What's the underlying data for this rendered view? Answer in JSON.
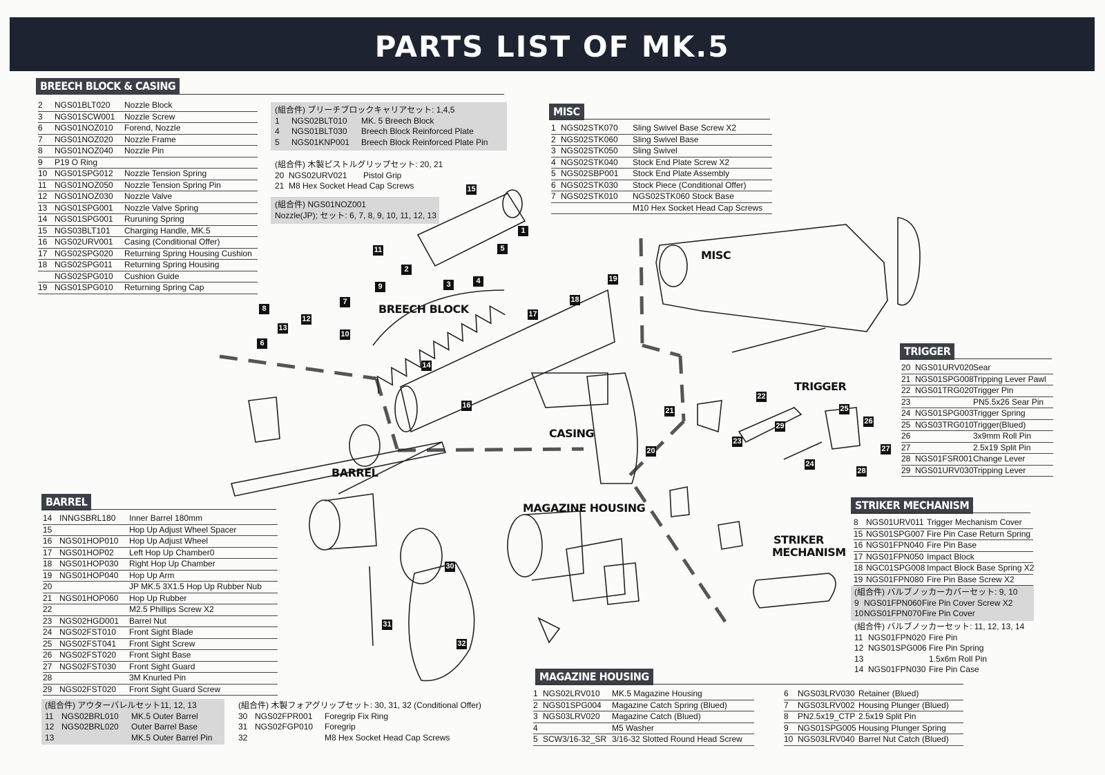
{
  "header": {
    "title": "PARTS LIST OF MK.5"
  },
  "sections": {
    "breech": {
      "label": "BREECH BLOCK & CASING",
      "rows": [
        [
          "2",
          "NGS01BLT020",
          "Nozzle Block"
        ],
        [
          "3",
          "NGS01SCW001",
          "Nozzle Screw"
        ],
        [
          "6",
          "NGS01NOZ010",
          "Forend, Nozzle"
        ],
        [
          "7",
          "NGS01NOZ020",
          "Nozzle Frame"
        ],
        [
          "8",
          "NGS01NOZ040",
          "Nozzle Pin"
        ],
        [
          "9",
          "P19 O Ring",
          ""
        ],
        [
          "10",
          "NGS01SPG012",
          "Nozzle Tension Spring"
        ],
        [
          "11",
          "NGS01NOZ050",
          "Nozzle Tension Spring Pin"
        ],
        [
          "12",
          "NGS01NOZ030",
          "Nozzle Valve"
        ],
        [
          "13",
          "NGS01SPG001",
          "Nozzle Valve Spring"
        ],
        [
          "14",
          "NGS01SPG001",
          "Ruruning Spring"
        ],
        [
          "15",
          "NGS03BLT101",
          "Charging Handle, MK.5"
        ],
        [
          "16",
          "NGS02URV001",
          "Casing  (Conditional Offer)"
        ],
        [
          "17",
          "NGS02SPG020",
          "Returning Spring Housing Cushion"
        ],
        [
          "18",
          "NGS02SPG011",
          "Returning Spring Housing"
        ],
        [
          "",
          "NGS02SPG010",
          "Cushion Guide"
        ],
        [
          "19",
          "NGS01SPG010",
          "Returning Spring Cap"
        ]
      ],
      "group1": {
        "title": "(組合件) ブリーチブロックキャリアセット: 1,4,5",
        "rows": [
          [
            "1",
            "NGS02BLT010",
            "MK. 5 Breech Block"
          ],
          [
            "4",
            "NGS01BLT030",
            "Breech Block Reinforced Plate"
          ],
          [
            "5",
            "NGS01KNP001",
            "Breech Block Reinforced Plate Pin"
          ]
        ]
      },
      "group2": {
        "title": "(組合件) 木製ピストルグリップセット: 20, 21",
        "rows": [
          [
            "20",
            "NGS02URV021",
            "Pistol Grip"
          ],
          [
            "21",
            "M8 Hex Socket Head Cap Screws",
            ""
          ]
        ]
      },
      "group3": {
        "title": "(組合件) NGS01NOZ001",
        "sub": "Nozzle(JP); セット: 6, 7, 8, 9, 10, 11, 12, 13"
      }
    },
    "misc": {
      "label": "MISC",
      "rows": [
        [
          "1",
          "NGS02STK070",
          "Sling Swivel Base Screw X2"
        ],
        [
          "2",
          "NGS02STK060",
          "Sling Swivel Base"
        ],
        [
          "3",
          "NGS02STK050",
          "Sling Swivel"
        ],
        [
          "4",
          "NGS02STK040",
          "Stock End Plate Screw X2"
        ],
        [
          "5",
          "NGS02SBP001",
          "Stock End Plate Assembly"
        ],
        [
          "6",
          "NGS02STK030",
          "Stock Piece  (Conditional Offer)"
        ],
        [
          "7",
          "NGS02STK010",
          "NGS02STK060 Stock Base"
        ],
        [
          "",
          "",
          "M10 Hex Socket Head Cap Screws"
        ]
      ]
    },
    "trigger": {
      "label": "TRIGGER",
      "rows": [
        [
          "20",
          "NGS01URV020",
          "Sear"
        ],
        [
          "21",
          "NGS01SPG008",
          "Tripping Lever Pawl"
        ],
        [
          "22",
          "NGS01TRG020",
          "Trigger Pin"
        ],
        [
          "23",
          "",
          "PN5.5x26 Sear Pin"
        ],
        [
          "24",
          "NGS01SPG003",
          "Trigger Spring"
        ],
        [
          "25",
          "NGS03TRG010",
          "Trigger(Blued)"
        ],
        [
          "26",
          "",
          "3x9mm Roll Pin"
        ],
        [
          "27",
          "",
          "2.5x19 Split Pin"
        ],
        [
          "28",
          "NGS01FSR001",
          "Change Lever"
        ],
        [
          "29",
          "NGS01URV030",
          "Tripping Lever"
        ]
      ]
    },
    "striker": {
      "label": "STRIKER MECHANISM",
      "rows": [
        [
          "8",
          "NGS01URV011",
          "Trigger Mechanism Cover"
        ],
        [
          "15",
          "NGS01SPG007",
          "Fire Pin Case Return Spring"
        ],
        [
          "16",
          "NGS01FPN040",
          "Fire Pin Base"
        ],
        [
          "17",
          "NGS01FPN050",
          "Impact Block"
        ],
        [
          "18",
          "NGC01SPG008",
          "Impact Block Base Spring X2"
        ],
        [
          "19",
          "NGS01FPN080",
          "Fire Pin Base Screw X2"
        ]
      ],
      "group1": {
        "title": "(組合件) バルブノッカーカバーセット: 9, 10",
        "rows": [
          [
            "9",
            "NGS01FPN060",
            "Fire Pin Cover Screw X2"
          ],
          [
            "10",
            "NGS01FPN070",
            "Fire Pin Cover"
          ]
        ]
      },
      "group2": {
        "title": "(組合件) バルブノッカーセット: 11, 12, 13, 14",
        "rows": [
          [
            "11",
            "NGS01FPN020",
            "Fire Pin"
          ],
          [
            "12",
            "NGS01SPG006",
            "Fire Pin Spring"
          ],
          [
            "13",
            "",
            "1.5x6m Roll Pin"
          ],
          [
            "14",
            "NGS01FPN030",
            "Fire Pin Case"
          ]
        ]
      }
    },
    "barrel": {
      "label": "BARREL",
      "rows": [
        [
          "14",
          "INNGSBRL180",
          "Inner Barrel 180mm"
        ],
        [
          "15",
          "",
          "Hop Up Adjust Wheel Spacer"
        ],
        [
          "16",
          "NGS01HOP010",
          "Hop Up Adjust Wheel"
        ],
        [
          "17",
          "NGS01HOP02",
          "Left Hop Up Chamber0"
        ],
        [
          "18",
          "NGS01HOP030",
          "Right Hop Up Chamber"
        ],
        [
          "19",
          "NGS01HOP040",
          "Hop Up Arm"
        ],
        [
          "20",
          "",
          "JP MK.5 3X1.5 Hop Up Rubber Nub"
        ],
        [
          "21",
          "NGS01HOP060",
          "Hop Up Rubber"
        ],
        [
          "22",
          "",
          "M2.5 Phillips Screw X2"
        ],
        [
          "23",
          "NGS02HGD001",
          "Barrel Nut"
        ],
        [
          "24",
          "NGS02FST010",
          "Front Sight Blade"
        ],
        [
          "25",
          "NGS02FST041",
          "Front Sight Screw"
        ],
        [
          "26",
          "NGS02FST020",
          "Front Sight Base"
        ],
        [
          "27",
          "NGS02FST030",
          "Front Sight Guard"
        ],
        [
          "28",
          "",
          "3M Knurled Pin"
        ],
        [
          "29",
          "NGS02FST020",
          "Front Sight Guard Screw"
        ]
      ],
      "group1": {
        "title": "(組合件) アウターバレルセット11, 12, 13",
        "rows": [
          [
            "11",
            "NGS02BRL010",
            "MK.5 Outer Barrel"
          ],
          [
            "12",
            "NGS02BRL020",
            "Outer Barrel Base"
          ],
          [
            "13",
            "",
            "MK.5 Outer Barrel Pin"
          ]
        ]
      },
      "group2": {
        "title": "(組合件) 木製フォアグリップセット: 30, 31, 32  (Conditional Offer)",
        "rows": [
          [
            "30",
            "NGS02FPR001",
            "Foregrip Fix Ring"
          ],
          [
            "31",
            "NGS02FGP010",
            "Foregrip"
          ],
          [
            "32",
            "",
            "M8 Hex Socket Head Cap Screws"
          ]
        ]
      }
    },
    "magazine": {
      "label": "MAGAZINE HOUSING",
      "rows_left": [
        [
          "1",
          "NGS02LRV010",
          "MK.5 Magazine Housing"
        ],
        [
          "2",
          "NGS01SPG004",
          "Magazine Catch Spring (Blued)"
        ],
        [
          "3",
          "NGS03LRV020",
          "Magazine Catch (Blued)"
        ],
        [
          "4",
          "",
          "M5 Washer"
        ],
        [
          "5",
          "SCW3/16-32_SR",
          "3/16-32 Slotted Round Head Screw"
        ]
      ],
      "rows_right": [
        [
          "6",
          "NGS03LRV030",
          "Retainer (Blued)"
        ],
        [
          "7",
          "NGS03LRV002",
          "Housing Plunger (Blued)"
        ],
        [
          "8",
          "PN2.5x19_CTP",
          "2.5x19 Split Pin"
        ],
        [
          "9",
          "NGS01SPG005",
          "Housing Plunger Spring"
        ],
        [
          "10",
          "NGS03LRV040",
          "Barrel Nut Catch (Blued)"
        ]
      ]
    }
  },
  "diagram_labels": {
    "misc": "MISC",
    "breech": "BREECH BLOCK",
    "casing": "CASING",
    "trigger": "TRIGGER",
    "barrel": "BARREL",
    "maghousing": "MAGAZINE HOUSING",
    "striker1": "STRIKER",
    "striker2": "MECHANISM"
  },
  "callouts": [
    "1",
    "2",
    "3",
    "4",
    "5",
    "6",
    "7",
    "8",
    "9",
    "10",
    "11",
    "12",
    "13",
    "14",
    "15",
    "16",
    "17",
    "18",
    "19",
    "20",
    "21",
    "22",
    "23",
    "24",
    "25",
    "26",
    "27",
    "28",
    "29",
    "30",
    "31",
    "32"
  ]
}
